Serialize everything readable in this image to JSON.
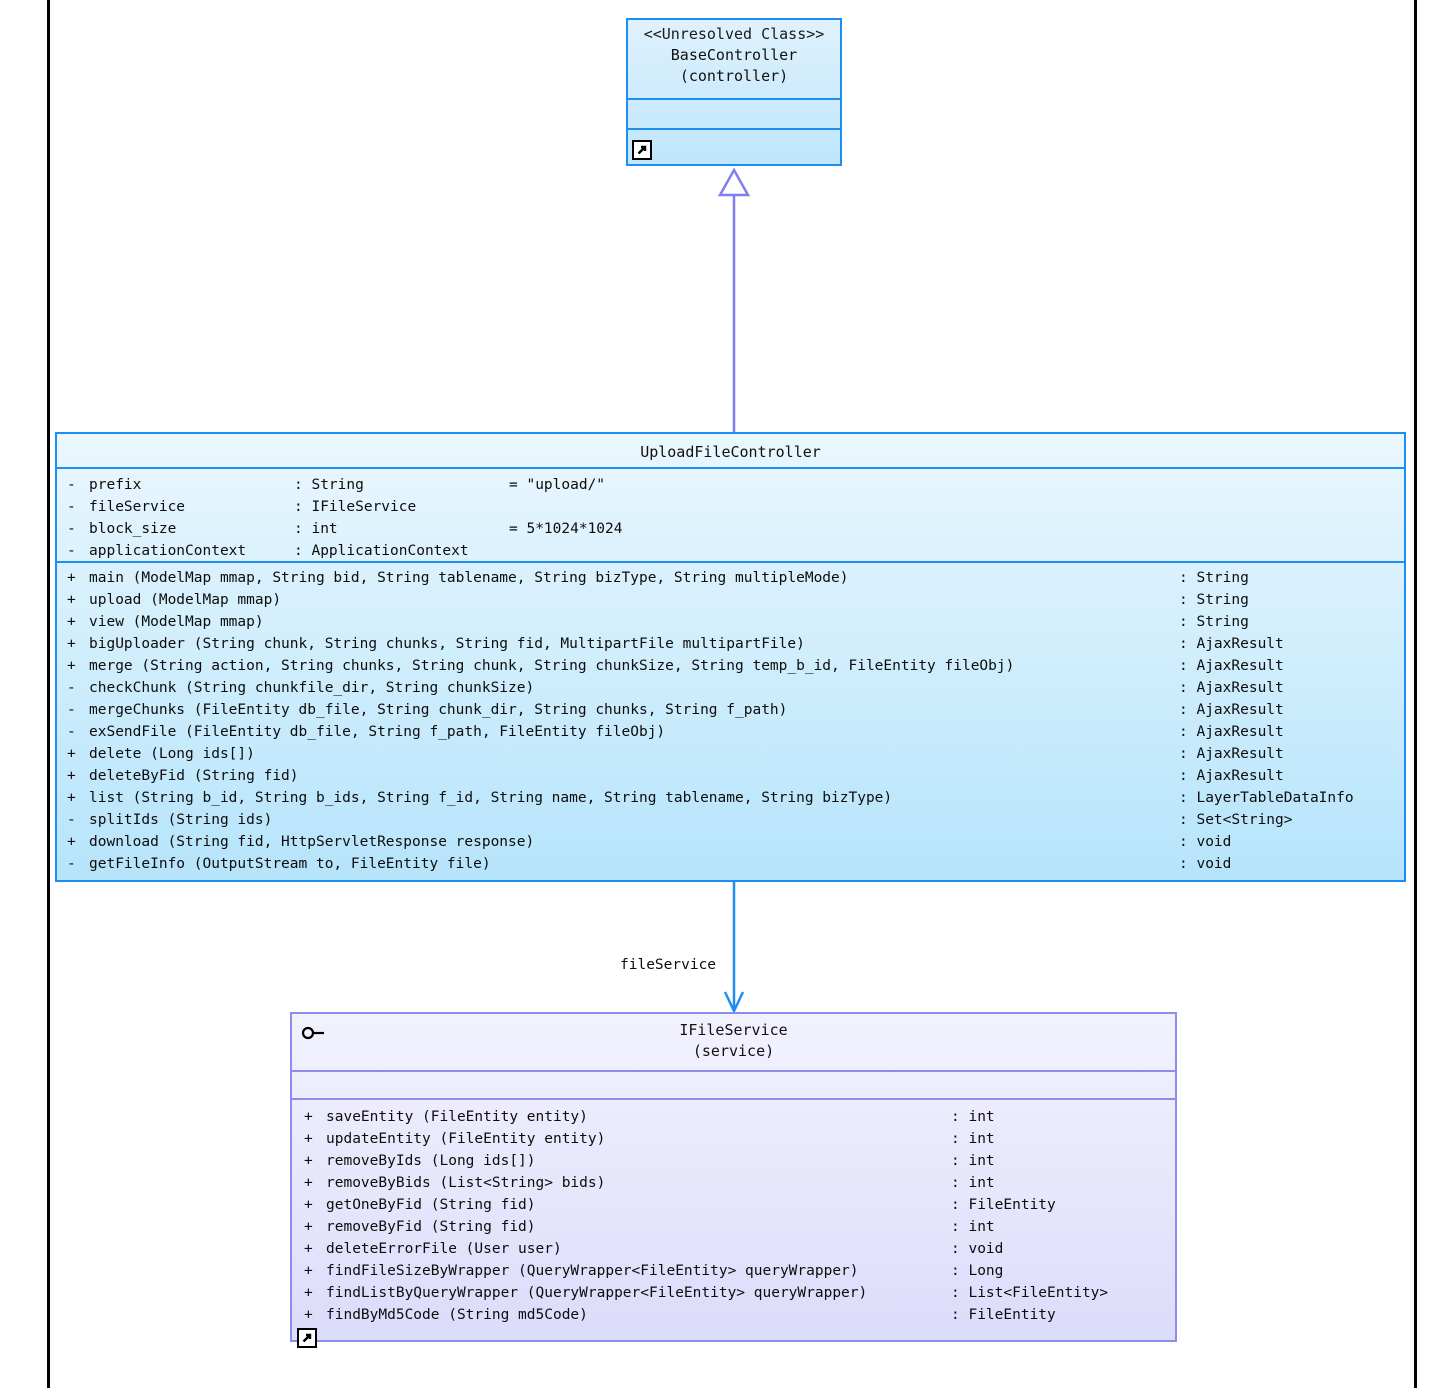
{
  "diagram": {
    "type": "uml-class-diagram",
    "guides": [
      "left-rule",
      "right-rule"
    ]
  },
  "base_controller": {
    "stereotype": "<<Unresolved Class>>",
    "name": "BaseController",
    "package": "(controller)",
    "badge_icon": "external-link-icon",
    "border_color": "#1f8ef1",
    "fill_top": "#dff1fd",
    "fill_bottom": "#bfe6fb"
  },
  "generalization": {
    "arrow_icon": "hollow-triangle-icon",
    "color": "#7f7ff0"
  },
  "controller": {
    "name": "UploadFileController",
    "border_color": "#1f8ef1",
    "fill_top": "#eaf7fe",
    "fill_bottom": "#b6e4fb",
    "attributes": [
      {
        "vis": "-",
        "name": "prefix",
        "type": ": String",
        "init": "= \"upload/\""
      },
      {
        "vis": "-",
        "name": "fileService",
        "type": ": IFileService",
        "init": ""
      },
      {
        "vis": "-",
        "name": "block_size",
        "type": ": int",
        "init": "= 5*1024*1024"
      },
      {
        "vis": "-",
        "name": "applicationContext",
        "type": ": ApplicationContext",
        "init": ""
      }
    ],
    "operations": [
      {
        "vis": "+",
        "sig": "main (ModelMap mmap, String bid, String tablename, String bizType, String multipleMode)",
        "ret": ": String"
      },
      {
        "vis": "+",
        "sig": "upload (ModelMap mmap)",
        "ret": ": String"
      },
      {
        "vis": "+",
        "sig": "view (ModelMap mmap)",
        "ret": ": String"
      },
      {
        "vis": "+",
        "sig": "bigUploader (String chunk, String chunks, String fid, MultipartFile multipartFile)",
        "ret": ": AjaxResult"
      },
      {
        "vis": "+",
        "sig": "merge (String action, String chunks, String chunk, String chunkSize, String temp_b_id, FileEntity fileObj)",
        "ret": ": AjaxResult"
      },
      {
        "vis": "-",
        "sig": "checkChunk (String chunkfile_dir, String chunkSize)",
        "ret": ": AjaxResult"
      },
      {
        "vis": "-",
        "sig": "mergeChunks (FileEntity db_file, String chunk_dir, String chunks, String f_path)",
        "ret": ": AjaxResult"
      },
      {
        "vis": "-",
        "sig": "exSendFile (FileEntity db_file, String f_path, FileEntity fileObj)",
        "ret": ": AjaxResult"
      },
      {
        "vis": "+",
        "sig": "delete (Long ids[])",
        "ret": ": AjaxResult"
      },
      {
        "vis": "+",
        "sig": "deleteByFid (String fid)",
        "ret": ": AjaxResult"
      },
      {
        "vis": "+",
        "sig": "list (String b_id, String b_ids, String f_id, String name, String tablename, String bizType)",
        "ret": ": LayerTableDataInfo"
      },
      {
        "vis": "-",
        "sig": "splitIds (String ids)",
        "ret": ": Set<String>"
      },
      {
        "vis": "+",
        "sig": "download (String fid, HttpServletResponse response)",
        "ret": ": void"
      },
      {
        "vis": "-",
        "sig": "getFileInfo (OutputStream to, FileEntity file)",
        "ret": ": void"
      }
    ]
  },
  "association": {
    "label": "fileService",
    "arrow_icon": "open-arrow-icon",
    "color": "#1f8ef1"
  },
  "service": {
    "name": "IFileService",
    "package": "(service)",
    "interface_icon": "lollipop-icon",
    "badge_icon": "external-link-icon",
    "border_color": "#8d8df0",
    "fill_top": "#f2f2fe",
    "fill_bottom": "#dcdcfb",
    "operations": [
      {
        "vis": "+",
        "sig": "saveEntity (FileEntity entity)",
        "ret": ": int"
      },
      {
        "vis": "+",
        "sig": "updateEntity (FileEntity entity)",
        "ret": ": int"
      },
      {
        "vis": "+",
        "sig": "removeByIds (Long ids[])",
        "ret": ": int"
      },
      {
        "vis": "+",
        "sig": "removeByBids (List<String> bids)",
        "ret": ": int"
      },
      {
        "vis": "+",
        "sig": "getOneByFid (String fid)",
        "ret": ": FileEntity"
      },
      {
        "vis": "+",
        "sig": "removeByFid (String fid)",
        "ret": ": int"
      },
      {
        "vis": "+",
        "sig": "deleteErrorFile (User user)",
        "ret": ": void"
      },
      {
        "vis": "+",
        "sig": "findFileSizeByWrapper (QueryWrapper<FileEntity> queryWrapper)",
        "ret": ": Long"
      },
      {
        "vis": "+",
        "sig": "findListByQueryWrapper (QueryWrapper<FileEntity> queryWrapper)",
        "ret": ": List<FileEntity>"
      },
      {
        "vis": "+",
        "sig": "findByMd5Code (String md5Code)",
        "ret": ": FileEntity"
      }
    ]
  }
}
